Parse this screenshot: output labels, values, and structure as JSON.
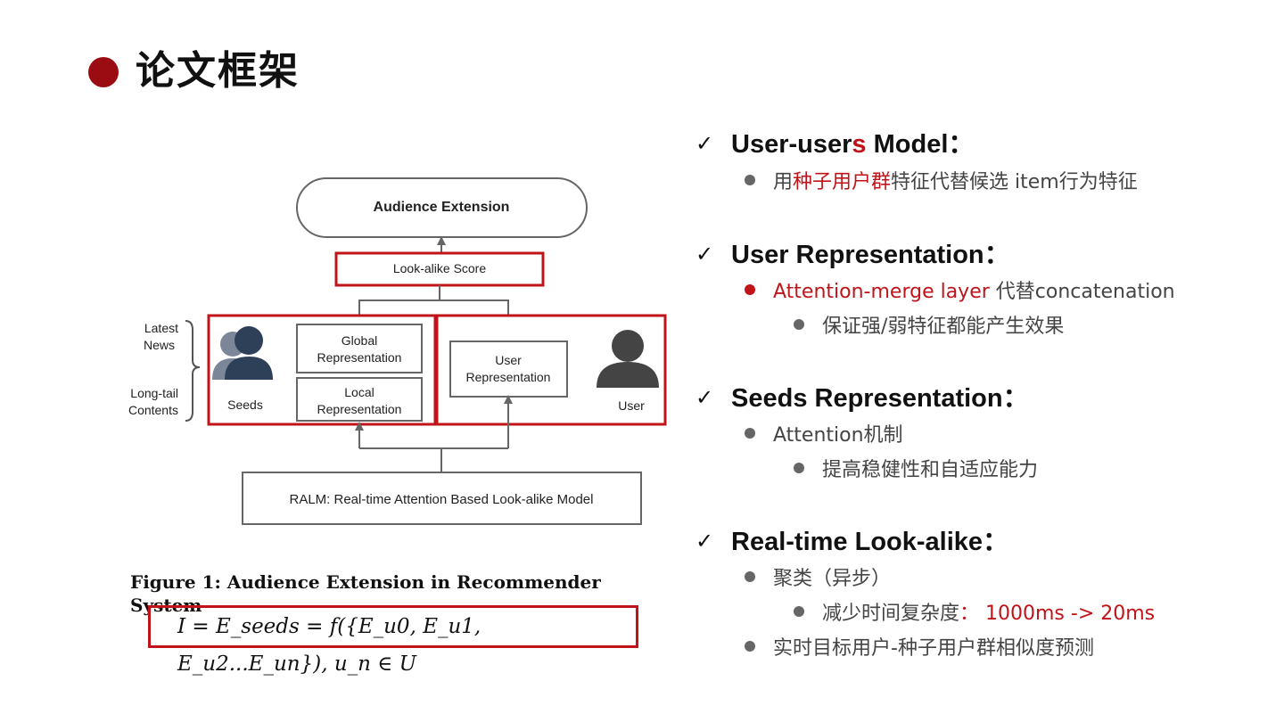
{
  "page": {
    "title": "论文框架"
  },
  "diagram": {
    "audience_extension": "Audience  Extension",
    "lookalike_score": "Look-alike Score",
    "latest_news": [
      "Latest",
      "News"
    ],
    "long_tail": [
      "Long-tail",
      "Contents"
    ],
    "seeds_label": "Seeds",
    "global_rep": [
      "Global",
      "Representation"
    ],
    "local_rep": [
      "Local",
      "Representation"
    ],
    "user_rep": [
      "User",
      "Representation"
    ],
    "user_label": "User",
    "ralm": "RALM: Real-time Attention Based Look-alike Model",
    "colors": {
      "red": "#c0141a",
      "gray": "#555555",
      "seed_icon": "#2e4057"
    }
  },
  "caption": "Figure 1: Audience Extension in Recommender System",
  "formula": "I = E_seeds = f({E_u0, E_u1, E_u2...E_un}), u_n ∈ U",
  "sections": [
    {
      "title_pre": "User-user",
      "title_hl": "s",
      "title_post": " Model：",
      "items": [
        {
          "pre": "用",
          "hl": "种子用户群",
          "post": "特征代替候选 item行为特征"
        }
      ]
    },
    {
      "title": "User Representation：",
      "items": [
        {
          "hl": "Attention-merge layer",
          "post": " 代替concatenation"
        },
        {
          "text": "保证强/弱特征都能产生效果"
        }
      ]
    },
    {
      "title": "Seeds Representation：",
      "items": [
        {
          "text": "Attention机制"
        },
        {
          "text": "提高稳健性和自适应能力"
        }
      ]
    },
    {
      "title": "Real-time Look-alike：",
      "items": [
        {
          "text": "聚类（异步）"
        },
        {
          "pre": "减少时间复杂度",
          "hl": "：  1000ms -> 20ms"
        },
        {
          "text": "实时目标用户-种子用户群相似度预测"
        }
      ]
    }
  ],
  "theme": {
    "accent": "#9b0c12",
    "highlight": "#c0141a"
  }
}
